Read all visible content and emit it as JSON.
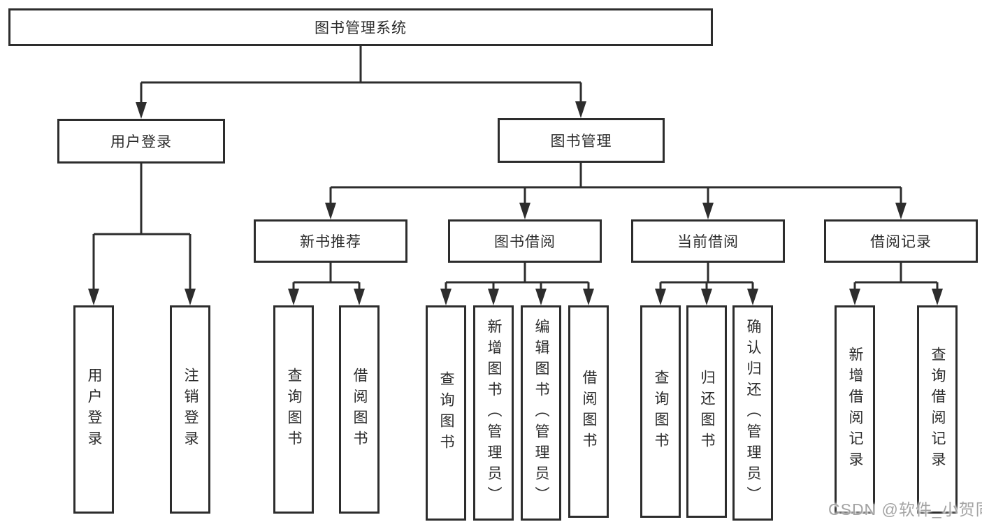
{
  "diagram": {
    "title": "图书管理系统",
    "nodes": {
      "root": "图书管理系统",
      "l2": [
        "用户登录",
        "图书管理"
      ],
      "l3": [
        "新书推荐",
        "图书借阅",
        "当前借阅",
        "借阅记录"
      ],
      "l4": [
        "用户登录",
        "注销登录",
        "查询图书",
        "借阅图书",
        "查询图书",
        "新增图书（管理员）",
        "编辑图书（管理员）",
        "借阅图书",
        "查询图书",
        "归还图书",
        "确认归还（管理员）",
        "新增借阅记录",
        "查询借阅记录"
      ]
    },
    "hierarchy": {
      "图书管理系统": [
        "用户登录",
        "图书管理"
      ],
      "用户登录": [
        "用户登录",
        "注销登录"
      ],
      "图书管理": [
        "新书推荐",
        "图书借阅",
        "当前借阅",
        "借阅记录"
      ],
      "新书推荐": [
        "查询图书",
        "借阅图书"
      ],
      "图书借阅": [
        "查询图书",
        "新增图书（管理员）",
        "编辑图书（管理员）",
        "借阅图书"
      ],
      "当前借阅": [
        "查询图书",
        "归还图书",
        "确认归还（管理员）"
      ],
      "借阅记录": [
        "新增借阅记录",
        "查询借阅记录"
      ]
    },
    "colors": {
      "line": "#2d2d2d",
      "text": "#2b2b2b",
      "background": "#ffffff",
      "watermark_text": "#a3a3a3"
    }
  },
  "watermark": "CSDN @软件_小贺同学"
}
